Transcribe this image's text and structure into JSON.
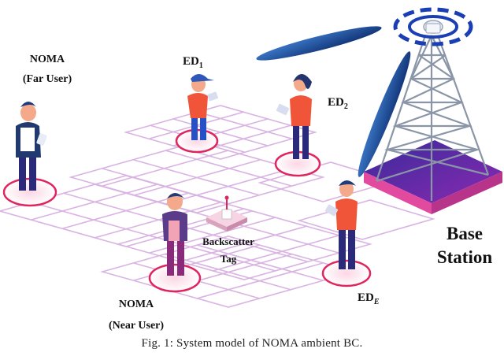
{
  "labels": {
    "noma_far_line1": "NOMA",
    "noma_far_line2": "(Far User)",
    "ed1_main": "ED",
    "ed1_sub": "1",
    "ed2_main": "ED",
    "ed2_sub": "2",
    "ede_main": "ED",
    "ede_sub": "E",
    "backscatter_line1": "Backscatter",
    "backscatter_line2": "Tag",
    "noma_near_line1": "NOMA",
    "noma_near_line2": "(Near User)",
    "base_station_line1": "Base",
    "base_station_line2": "Station"
  },
  "caption": "Fig. 1: System model of NOMA ambient BC.",
  "colors": {
    "grid": "#d9b4e3",
    "ring": "#e0245e",
    "beam": "#143a8c",
    "platform_top": "#6a2aa8",
    "platform_side": "#e24aa0",
    "tower": "#8a96a8"
  }
}
